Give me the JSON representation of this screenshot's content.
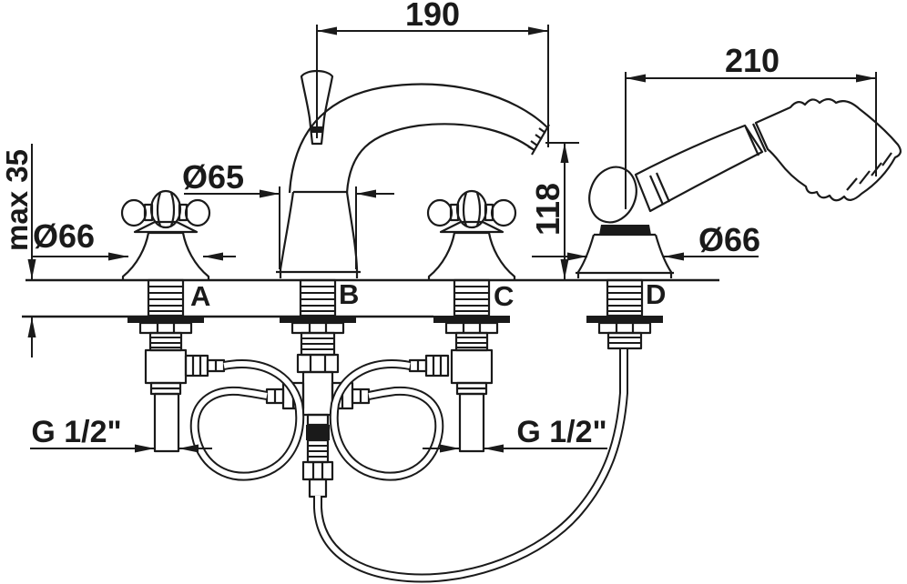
{
  "drawing": {
    "background": "#ffffff",
    "line_color": "#1a1a1a",
    "dimensions": {
      "spout_reach": "190",
      "handshower_reach": "210",
      "spout_height": "118",
      "deck_thickness_max": "max 35",
      "spout_base_diameter": "Ø65",
      "handle_base_diameter": "Ø66",
      "holder_base_diameter": "Ø66",
      "inlet_thread_left": "G 1/2\"",
      "inlet_thread_right": "G 1/2\""
    },
    "mount_labels": {
      "a": "A",
      "b": "B",
      "c": "C",
      "d": "D"
    }
  }
}
